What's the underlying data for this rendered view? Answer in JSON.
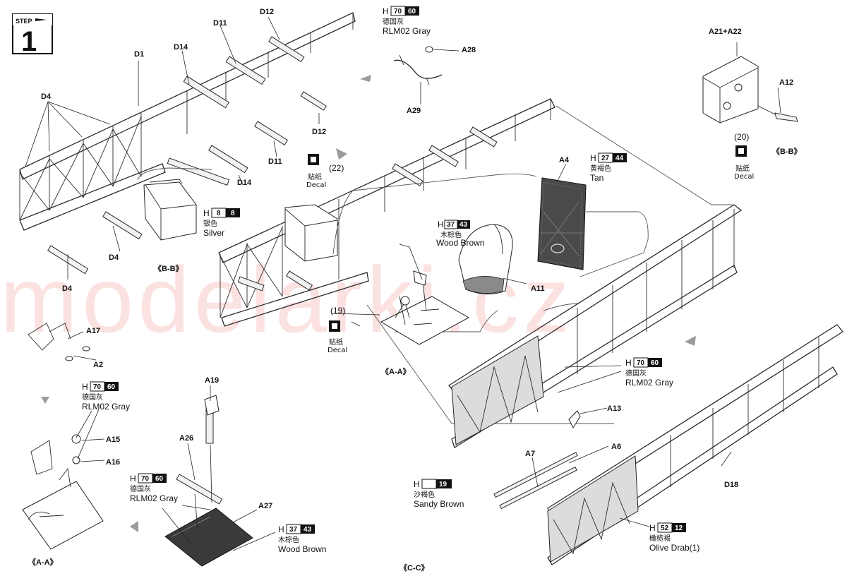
{
  "step": {
    "word": "STEP",
    "number": "1"
  },
  "watermark": "modelarki.cz",
  "paint_marks": [
    {
      "id": "rlm02-top",
      "h": "H",
      "codes": [
        "70",
        "60"
      ],
      "cn": "德国灰",
      "en": "RLM02 Gray"
    },
    {
      "id": "silver",
      "h": "H",
      "codes": [
        "8",
        "8"
      ],
      "cn": "银色",
      "en": "Silver"
    },
    {
      "id": "tan",
      "h": "H",
      "codes": [
        "27",
        "44"
      ],
      "cn": "黄褐色",
      "en": "Tan"
    },
    {
      "id": "wood-seat",
      "h": "H",
      "codes": [
        "37",
        "43"
      ],
      "cn": "木棕色",
      "en": "Wood Brown"
    },
    {
      "id": "rlm02-right",
      "h": "H",
      "codes": [
        "70",
        "60"
      ],
      "cn": "德国灰",
      "en": "RLM02 Gray"
    },
    {
      "id": "rlm02-left",
      "h": "H",
      "codes": [
        "70",
        "60"
      ],
      "cn": "德国灰",
      "en": "RLM02 Gray"
    },
    {
      "id": "rlm02-bottom",
      "h": "H",
      "codes": [
        "70",
        "60"
      ],
      "cn": "德国灰",
      "en": "RLM02 Gray"
    },
    {
      "id": "wood-floor",
      "h": "H",
      "codes": [
        "37",
        "43"
      ],
      "cn": "木棕色",
      "en": "Wood Brown"
    },
    {
      "id": "sandy",
      "h": "H",
      "codes": [
        "",
        "19"
      ],
      "cn": "沙褐色",
      "en": "Sandy Brown"
    },
    {
      "id": "olive",
      "h": "H",
      "codes": [
        "52",
        "12"
      ],
      "cn": "橄榄褐",
      "en": "Olive Drab(1)"
    }
  ],
  "decals": [
    {
      "cn": "贴纸",
      "en": "Decal",
      "num": "(22)"
    },
    {
      "cn": "贴纸",
      "en": "Decal",
      "num": "(19)"
    },
    {
      "cn": "贴纸",
      "en": "Decal",
      "num": "(20)"
    }
  ],
  "part_labels": {
    "d1": "D1",
    "d4": "D4",
    "d11": "D11",
    "d12": "D12",
    "d14": "D14",
    "d18": "D18",
    "a2": "A2",
    "a4": "A4",
    "a6": "A6",
    "a7": "A7",
    "a11": "A11",
    "a12": "A12",
    "a13": "A13",
    "a15": "A15",
    "a16": "A16",
    "a17": "A17",
    "a19": "A19",
    "a21a22": "A21+A22",
    "a26": "A26",
    "a27": "A27",
    "a28": "A28",
    "a29": "A29"
  },
  "sections": {
    "aa": "《A-A》",
    "bb": "《B-B》",
    "cc": "《C-C》"
  }
}
